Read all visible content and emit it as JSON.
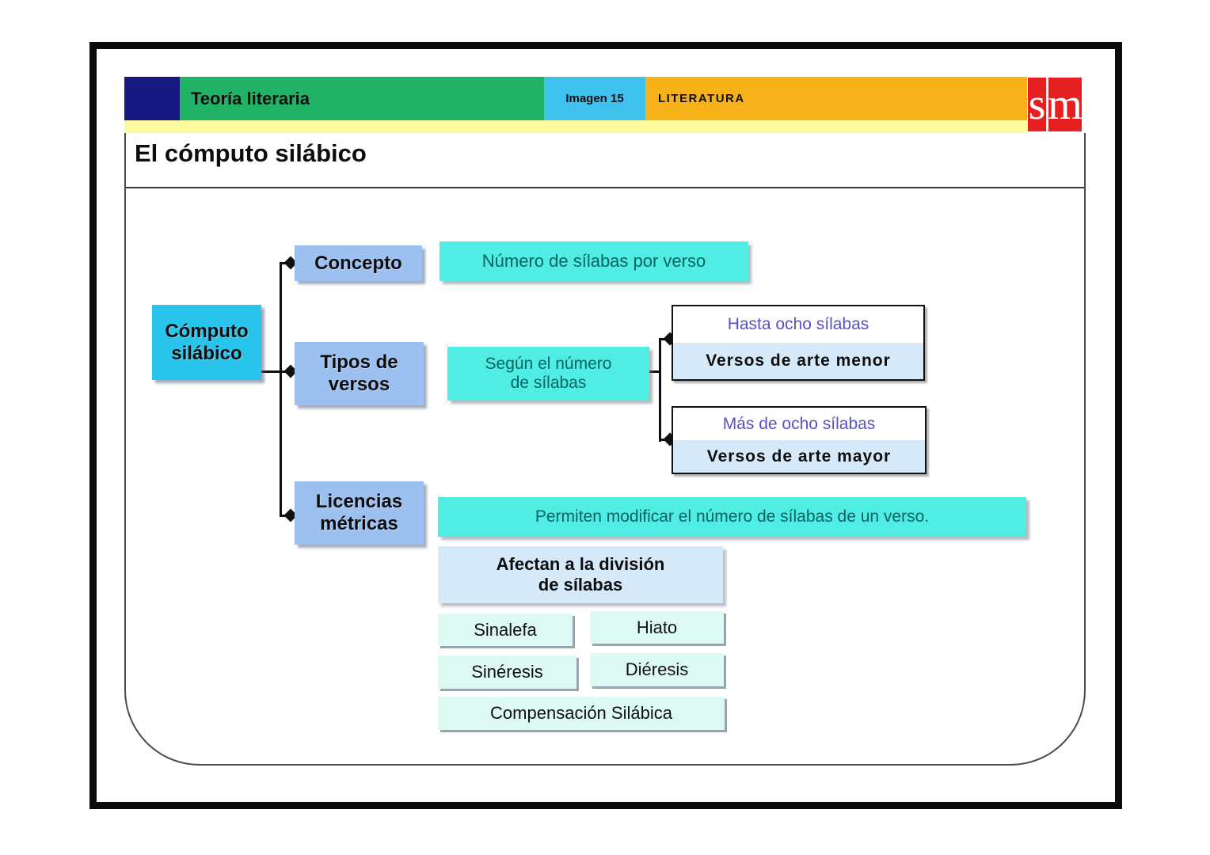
{
  "header": {
    "course": "Teoría literaria",
    "image_label": "Imagen 15",
    "subject": "LITERATURA",
    "logo_s": "s",
    "logo_m": "m"
  },
  "page_title": "El cómputo silábico",
  "diagram": {
    "root": "Cómputo\nsilábico",
    "branches": [
      {
        "label": "Concepto",
        "detail": "Número de sílabas por verso"
      },
      {
        "label": "Tipos de\nversos",
        "detail": "Según el número\nde sílabas",
        "subtypes": [
          {
            "condition": "Hasta ocho sílabas",
            "name": "Versos de arte menor"
          },
          {
            "condition": "Más de ocho sílabas",
            "name": "Versos de arte mayor"
          }
        ]
      },
      {
        "label": "Licencias\nmétricas",
        "detail": "Permiten modificar el número de sílabas de un verso.",
        "note": "Afectan a la división\nde sílabas",
        "licenses": [
          "Sinalefa",
          "Hiato",
          "Sinéresis",
          "Diéresis",
          "Compensación Silábica"
        ]
      }
    ]
  },
  "colors": {
    "navy": "#191984",
    "green": "#21b365",
    "sky_blue": "#3ec1ec",
    "orange": "#f7b119",
    "pale_yellow": "#fdfa9e",
    "logo_red": "#e62020",
    "node_cyan": "#29c4ec",
    "node_light_blue": "#9cc0f0",
    "node_aqua": "#4fede4",
    "node_pale_blue": "#d5e9f8",
    "node_pale_cyan": "#dcf9f3",
    "text_teal": "#0a6363",
    "text_purple": "#5a4fc8"
  }
}
